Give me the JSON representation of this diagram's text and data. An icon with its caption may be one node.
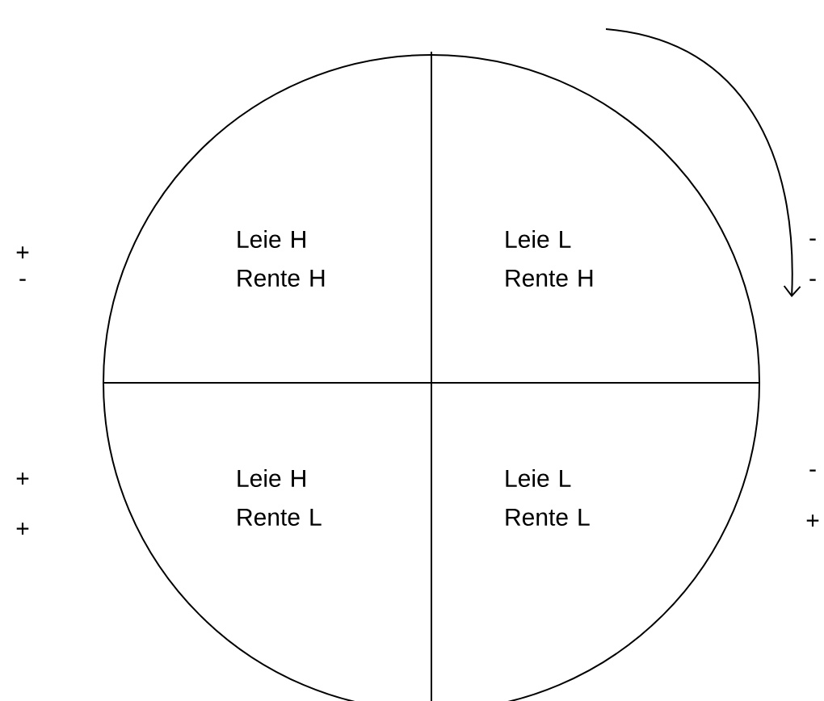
{
  "diagram": {
    "nodes": [
      {
        "text": [],
        "shape": "circle"
      },
      {
        "text": [
          "Leie H Rente H"
        ],
        "in": 0
      },
      {
        "text": [
          "Leie L Rente H"
        ],
        "in": 0
      },
      {
        "text": [
          "Leie H Rente L"
        ],
        "in": 0
      },
      {
        "text": [
          "Leie L Rente L"
        ],
        "in": 0
      }
    ],
    "labels": [
      "+",
      "-",
      "-",
      "-",
      "+",
      "-",
      "+",
      "+"
    ]
  }
}
